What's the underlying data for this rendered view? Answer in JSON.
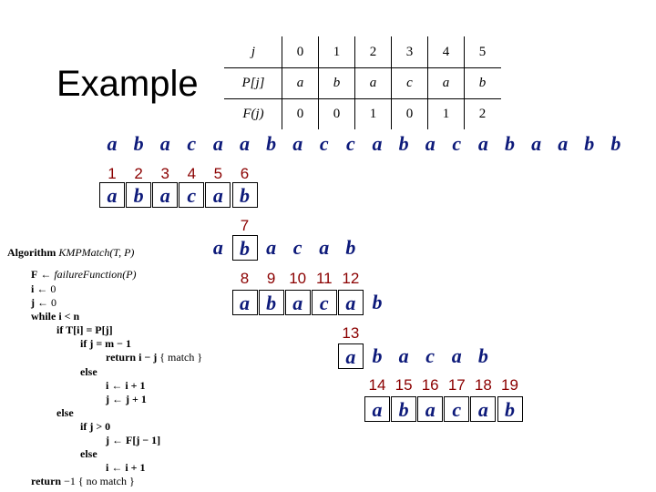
{
  "title": "Example",
  "failure_table": {
    "header": "j",
    "indices": [
      "0",
      "1",
      "2",
      "3",
      "4",
      "5"
    ],
    "pattern_label": "P[j]",
    "pattern": [
      "a",
      "b",
      "a",
      "c",
      "a",
      "b"
    ],
    "failure_label": "F(j)",
    "failure": [
      "0",
      "0",
      "1",
      "0",
      "1",
      "2"
    ]
  },
  "text": [
    "a",
    "b",
    "a",
    "c",
    "a",
    "a",
    "b",
    "a",
    "c",
    "c",
    "a",
    "b",
    "a",
    "c",
    "a",
    "b",
    "a",
    "a",
    "b",
    "b"
  ],
  "alignments": [
    {
      "numbers": [
        "1",
        "2",
        "3",
        "4",
        "5",
        "6"
      ],
      "letters": [
        "a",
        "b",
        "a",
        "c",
        "a",
        "b"
      ]
    },
    {
      "numbers": [
        "7"
      ],
      "letters": [
        "a",
        "b",
        "a",
        "c",
        "a",
        "b"
      ]
    },
    {
      "numbers": [
        "8",
        "9",
        "10",
        "11",
        "12"
      ],
      "letters": [
        "a",
        "b",
        "a",
        "c",
        "a",
        "b"
      ]
    },
    {
      "numbers": [
        "13"
      ],
      "letters": [
        "a",
        "b",
        "a",
        "c",
        "a",
        "b"
      ]
    },
    {
      "numbers": [
        "14",
        "15",
        "16",
        "17",
        "18",
        "19"
      ],
      "letters": [
        "a",
        "b",
        "a",
        "c",
        "a",
        "b"
      ]
    }
  ],
  "algorithm": {
    "l1a": "Algorithm ",
    "l1b": "KMPMatch(T, P)",
    "l2a": "F",
    "l2b": " ← failureFunction(P)",
    "l3a": "i",
    "l3b": " ← 0",
    "l4a": "j",
    "l4b": " ← 0",
    "l5": "while i < n",
    "l6": "if T[i] = P[j]",
    "l7": "if j = m − 1",
    "l8a": "return  i − j",
    "l8b": " { match }",
    "l9": "else",
    "l10": "i ← i + 1",
    "l11": "j ← j + 1",
    "l12": "else",
    "l13": "if j > 0",
    "l14": "j ← F[j − 1]",
    "l15": "else",
    "l16": "i ← i + 1",
    "l17a": "return ",
    "l17b": "−1 { no match }"
  }
}
